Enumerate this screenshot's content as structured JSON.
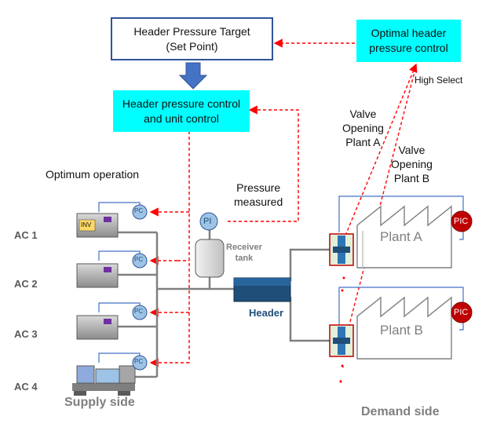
{
  "boxes": {
    "set_point": "Header Pressure Target\n(Set Point)",
    "optimal": "Optimal header\npressure control",
    "control": "Header pressure control\nand unit control"
  },
  "labels": {
    "high_select": "High Select",
    "valve_a": "Valve\nOpening\nPlant A",
    "valve_b": "Valve\nOpening\nPlant B",
    "optimum_operation": "Optimum operation",
    "pressure_measured": "Pressure\nmeasured",
    "receiver_tank": "Receiver\ntank",
    "header": "Header",
    "supply_side": "Supply side",
    "demand_side": "Demand side",
    "pi": "PI",
    "pc": "PC",
    "pic": "PIC",
    "inv": "INV",
    "plant_a": "Plant A",
    "plant_b": "Plant B"
  },
  "compressors": [
    "AC 1",
    "AC 2",
    "AC 3",
    "AC 4"
  ],
  "colors": {
    "cyan_box": "#00ffff",
    "box_border": "#2f5597",
    "arrow_blue": "#4472c4",
    "dashed_red": "#ff0000",
    "pc_circle": "#9dc3e6",
    "pic_circle": "#c00000",
    "header_pipe": "#1f4e79",
    "pipe_grey": "#7f7f7f"
  }
}
